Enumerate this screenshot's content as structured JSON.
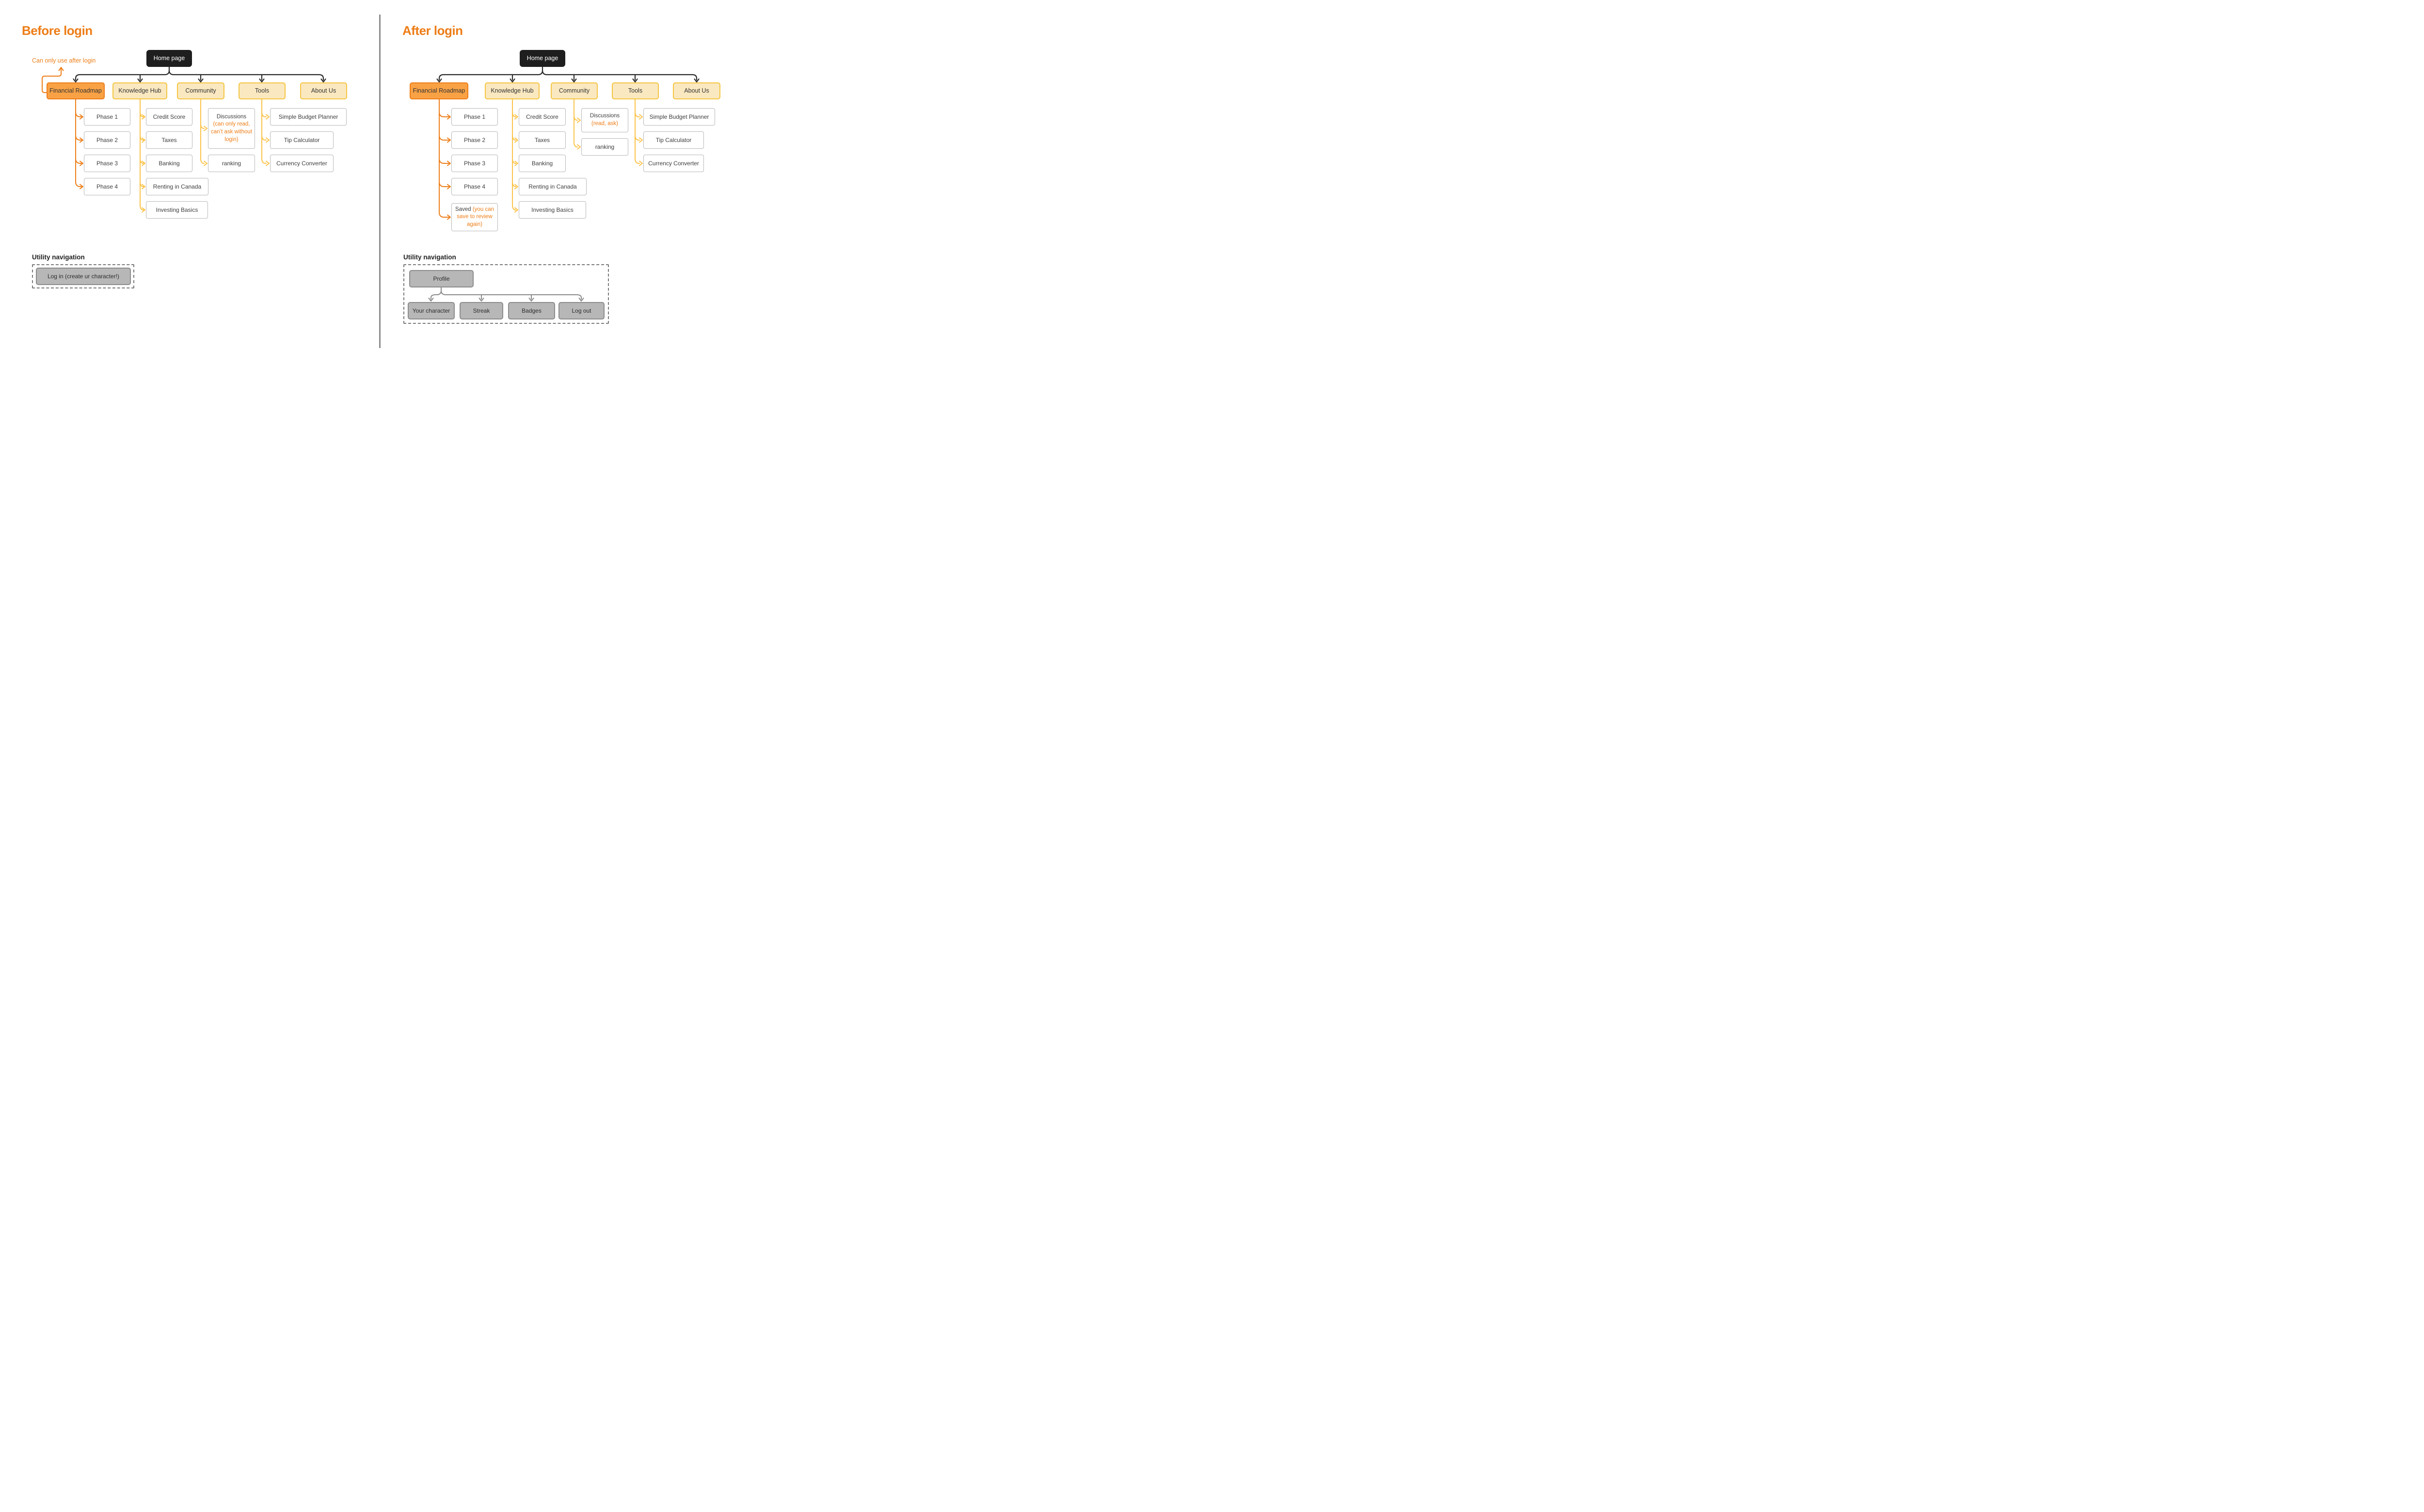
{
  "before": {
    "title": "Before login",
    "annotation": "Can only use after login",
    "home": "Home page",
    "nav": [
      "Financial Roadmap",
      "Knowledge Hub",
      "Community",
      "Tools",
      "About Us"
    ],
    "roadmap": [
      "Phase 1",
      "Phase 2",
      "Phase 3",
      "Phase 4"
    ],
    "knowledge": [
      "Credit Score",
      "Taxes",
      "Banking",
      "Renting in Canada",
      "Investing Basics"
    ],
    "community": {
      "discussions": "Discussions",
      "discussions_note": "(can only read, can’t ask without login)",
      "ranking": "ranking"
    },
    "tools": [
      "Simple Budget Planner",
      "Tip Calculator",
      "Currency Converter"
    ],
    "utility": {
      "heading": "Utility navigation",
      "login": "Log in (create ur character!)"
    }
  },
  "after": {
    "title": "After login",
    "home": "Home page",
    "nav": [
      "Financial Roadmap",
      "Knowledge Hub",
      "Community",
      "Tools",
      "About Us"
    ],
    "roadmap": [
      "Phase 1",
      "Phase 2",
      "Phase 3",
      "Phase 4"
    ],
    "saved": "Saved",
    "saved_note": "(you can save to review again)",
    "knowledge": [
      "Credit Score",
      "Taxes",
      "Banking",
      "Renting in Canada",
      "Investing Basics"
    ],
    "community": {
      "discussions": "Discussions",
      "discussions_note": "(read, ask)",
      "ranking": "ranking"
    },
    "tools": [
      "Simple Budget Planner",
      "Tip Calculator",
      "Currency Converter"
    ],
    "utility": {
      "heading": "Utility navigation",
      "profile": "Profile",
      "items": [
        "Your character",
        "Streak",
        "Badges",
        "Log out"
      ]
    }
  },
  "colors": {
    "accent_orange": "#ED7D17",
    "primary_fill": "#F9A245",
    "secondary_fill": "#FAE8C0",
    "secondary_border": "#F5C542",
    "dark_node": "#1E1E1E",
    "connector_dark": "#2B2B2B",
    "connector_yellow": "#FCC349",
    "connector_gray": "#8A8A8A",
    "gray_fill": "#B7B7B7",
    "gray_border": "#8C8C8C"
  }
}
